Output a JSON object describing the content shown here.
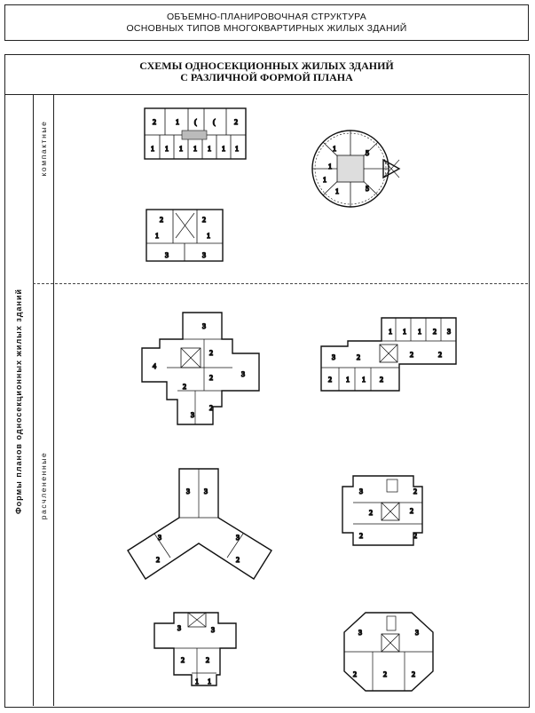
{
  "header": {
    "line1": "ОБЪЕМНО-ПЛАНИРОВОЧНАЯ СТРУКТУРА",
    "line2": "ОСНОВНЫХ ТИПОВ МНОГОКВАРТИРНЫХ ЖИЛЫХ ЗДАНИЙ"
  },
  "table": {
    "title_line1": "СХЕМЫ ОДНОСЕКЦИОННЫХ ЖИЛЫХ ЗДАНИЙ",
    "title_line2": "С РАЗЛИЧНОЙ ФОРМОЙ ПЛАНА",
    "row_group_label": "Формы планов односекционных жилых зданий",
    "rows": [
      {
        "label": "компактные"
      },
      {
        "label": "расчлененные"
      }
    ]
  }
}
